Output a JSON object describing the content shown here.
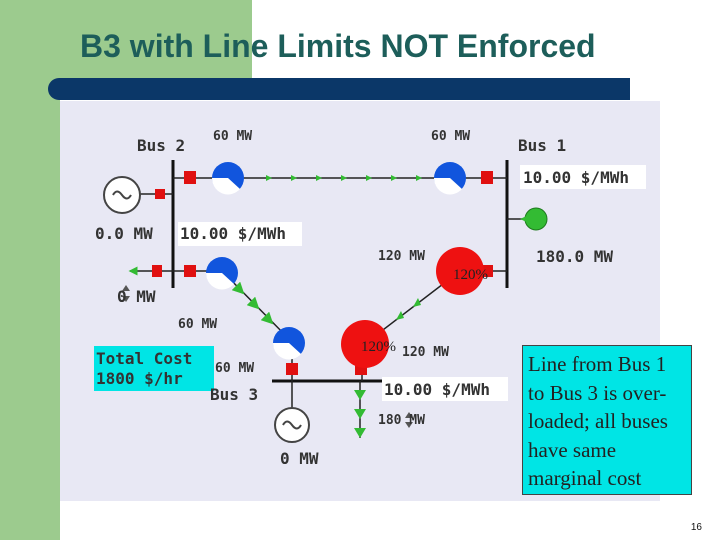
{
  "slide": {
    "title": "B3 with Line Limits NOT Enforced",
    "page_number": "16",
    "callout_lines": [
      "Line from Bus 1",
      "to Bus 3 is over-",
      "loaded; all buses",
      "have same",
      "marginal cost"
    ]
  },
  "oneline": {
    "buses": {
      "bus1": {
        "label": "Bus 1",
        "price": "10.00 $/MWh",
        "gen_mw": "180.0 MW"
      },
      "bus2": {
        "label": "Bus 2",
        "price": "10.00 $/MWh",
        "gen_mw": "0.0 MW",
        "load_mw": "0 MW"
      },
      "bus3": {
        "label": "Bus 3",
        "price": "10.00 $/MWh",
        "gen_mw": "0 MW",
        "load_mw": "180 MW"
      }
    },
    "lines": {
      "bus2_bus1": {
        "mw_bus2_end": "60 MW",
        "mw_bus1_end": "60 MW"
      },
      "bus1_bus3": {
        "mw_bus1_end": "120 MW",
        "mw_bus3_end": "120 MW",
        "loading_pct_bus1_end": "120%",
        "loading_pct_bus3_end": "120%"
      },
      "bus2_bus3": {
        "mw_bus2_end": "60 MW",
        "mw_bus3_end": "60 MW"
      }
    },
    "total_cost": {
      "label": "Total Cost",
      "value": "1800 $/hr"
    },
    "colors": {
      "overloaded_pie": "#ee1111",
      "normal_pie": "#1155dd",
      "flow_arrow": "#33bb33",
      "bus": "#111111",
      "breaker": "#e01010",
      "label_box": "#ffffff",
      "background": "#e8e8f4",
      "total_cost_box": "#00e5e5"
    }
  }
}
